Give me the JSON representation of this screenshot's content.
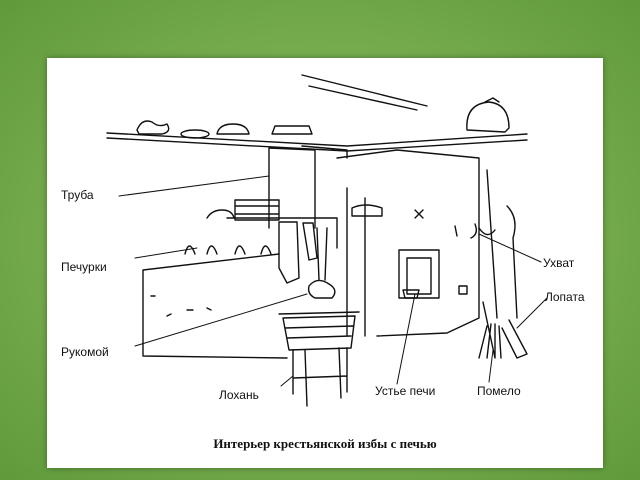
{
  "labels": {
    "truba": "Труба",
    "pechurki": "Печурки",
    "rukomoy": "Рукомой",
    "lokhan": "Лохань",
    "ustye": "Устье печи",
    "pomelo": "Помело",
    "ukhvat": "Ухват",
    "lopata": "Лопата"
  },
  "caption": "Интерьер крестьянской избы с печью"
}
